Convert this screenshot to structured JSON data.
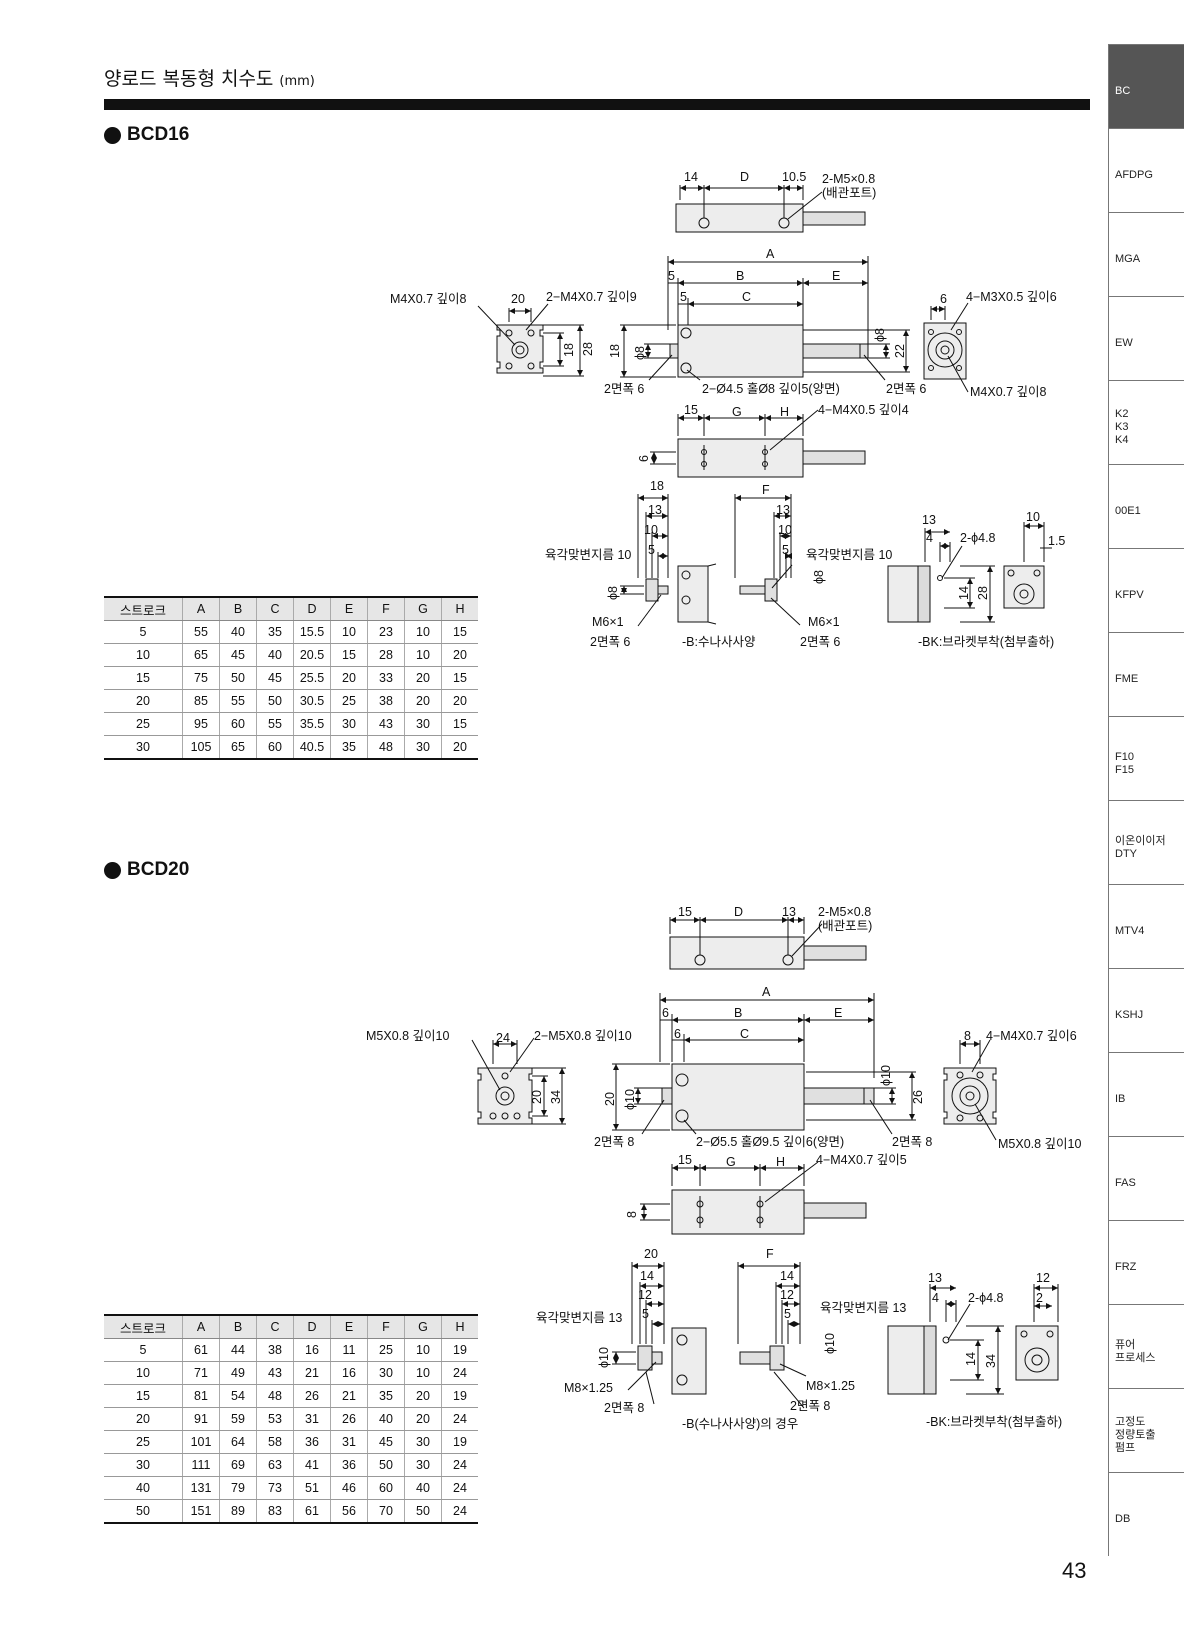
{
  "page": {
    "title": "양로드 복동형 치수도",
    "unit": "(mm)",
    "page_number": "43"
  },
  "sidebar": {
    "tabs": [
      {
        "label": "BC",
        "active": true
      },
      {
        "label": "AFDPG"
      },
      {
        "label": "MGA"
      },
      {
        "label": "EW"
      },
      {
        "label": "K2\nK3\nK4"
      },
      {
        "label": "00E1"
      },
      {
        "label": "KFPV"
      },
      {
        "label": "FME"
      },
      {
        "label": "F10\nF15"
      },
      {
        "label": "이온이이저\nDTY"
      },
      {
        "label": "MTV4"
      },
      {
        "label": "KSHJ"
      },
      {
        "label": "IB"
      },
      {
        "label": "FAS"
      },
      {
        "label": "FRZ"
      },
      {
        "label": "퓨어\n프로세스"
      },
      {
        "label": "고정도\n정량토출\n펌프"
      },
      {
        "label": "DB"
      }
    ]
  },
  "sections": [
    {
      "title": "BCD16",
      "table": {
        "headers": [
          "스트로크",
          "A",
          "B",
          "C",
          "D",
          "E",
          "F",
          "G",
          "H"
        ],
        "rows": [
          [
            "5",
            "55",
            "40",
            "35",
            "15.5",
            "10",
            "23",
            "10",
            "15"
          ],
          [
            "10",
            "65",
            "45",
            "40",
            "20.5",
            "15",
            "28",
            "10",
            "20"
          ],
          [
            "15",
            "75",
            "50",
            "45",
            "25.5",
            "20",
            "33",
            "20",
            "15"
          ],
          [
            "20",
            "85",
            "55",
            "50",
            "30.5",
            "25",
            "38",
            "20",
            "20"
          ],
          [
            "25",
            "95",
            "60",
            "55",
            "35.5",
            "30",
            "43",
            "30",
            "15"
          ],
          [
            "30",
            "105",
            "65",
            "60",
            "40.5",
            "35",
            "48",
            "30",
            "20"
          ]
        ]
      },
      "drawing": {
        "top_dims": [
          "14",
          "D",
          "10.5"
        ],
        "port": [
          "2-M5×0.8",
          "(배관포트)"
        ],
        "dim_A": "A",
        "dim_row_B": [
          "5",
          "B",
          "E"
        ],
        "dim_row_C": [
          "5",
          "C"
        ],
        "left_view": {
          "callout_left": "M4X0.7 깊이8",
          "dim_top": "20",
          "callout_right": "2−M4X0.7 깊이9",
          "dim_v1": "18",
          "dim_v2": "28"
        },
        "main_dims": {
          "left_v1": "18",
          "left_v2": "ϕ8",
          "right_v1": "ϕ8",
          "right_v2": "22"
        },
        "main_callouts": [
          "2면폭 6",
          "2−Ø4.5 홀Ø8 깊이5(양면)",
          "2면폭 6"
        ],
        "right_view": {
          "dim_top": "6",
          "callout_top": "4−M3X0.5 깊이6",
          "callout_bottom": "M4X0.7 깊이8"
        },
        "lower_dims": [
          "15",
          "G",
          "H"
        ],
        "lower_callout": "4−M4X0.5 깊이4",
        "lower_side": "6",
        "rod_dims": [
          "18",
          "13",
          "10",
          "5",
          "F",
          "13",
          "10",
          "5"
        ],
        "rod_callouts": [
          "육각맞변지름 10",
          "ϕ8",
          "M6×1",
          "2면폭 6",
          "육각맞변지름 10",
          "ϕ8",
          "M6×1",
          "2면폭 6"
        ],
        "b_note": "-B:수나사사양",
        "bk_dims": [
          "13",
          "4",
          "2-ϕ4.8",
          "14",
          "28",
          "10",
          "1.5"
        ],
        "bk_note": "-BK:브라켓부착(첨부출하)"
      }
    },
    {
      "title": "BCD20",
      "table": {
        "headers": [
          "스트로크",
          "A",
          "B",
          "C",
          "D",
          "E",
          "F",
          "G",
          "H"
        ],
        "rows": [
          [
            "5",
            "61",
            "44",
            "38",
            "16",
            "11",
            "25",
            "10",
            "19"
          ],
          [
            "10",
            "71",
            "49",
            "43",
            "21",
            "16",
            "30",
            "10",
            "24"
          ],
          [
            "15",
            "81",
            "54",
            "48",
            "26",
            "21",
            "35",
            "20",
            "19"
          ],
          [
            "20",
            "91",
            "59",
            "53",
            "31",
            "26",
            "40",
            "20",
            "24"
          ],
          [
            "25",
            "101",
            "64",
            "58",
            "36",
            "31",
            "45",
            "30",
            "19"
          ],
          [
            "30",
            "111",
            "69",
            "63",
            "41",
            "36",
            "50",
            "30",
            "24"
          ],
          [
            "40",
            "131",
            "79",
            "73",
            "51",
            "46",
            "60",
            "40",
            "24"
          ],
          [
            "50",
            "151",
            "89",
            "83",
            "61",
            "56",
            "70",
            "50",
            "24"
          ]
        ]
      },
      "drawing": {
        "top_dims": [
          "15",
          "D",
          "13"
        ],
        "port": [
          "2-M5×0.8",
          "(배관포트)"
        ],
        "dim_A": "A",
        "dim_row_B": [
          "6",
          "B",
          "E"
        ],
        "dim_row_C": [
          "6",
          "C"
        ],
        "left_view": {
          "callout_left": "M5X0.8 깊이10",
          "dim_top": "24",
          "callout_right": "2−M5X0.8 깊이10",
          "dim_v1": "20",
          "dim_v2": "34"
        },
        "main_dims": {
          "left_v1": "20",
          "left_v2": "ϕ10",
          "right_v1": "ϕ10",
          "right_v2": "26"
        },
        "main_callouts": [
          "2면폭 8",
          "2−Ø5.5 홀Ø9.5 깊이6(양면)",
          "2면폭 8"
        ],
        "right_view": {
          "dim_top": "8",
          "callout_top": "4−M4X0.7 깊이6",
          "callout_bottom": "M5X0.8 깊이10"
        },
        "lower_dims": [
          "15",
          "G",
          "H"
        ],
        "lower_callout": "4−M4X0.7 깊이5",
        "lower_side": "8",
        "rod_dims": [
          "20",
          "14",
          "12",
          "5",
          "F",
          "14",
          "12",
          "5"
        ],
        "rod_callouts": [
          "육각맞변지름 13",
          "ϕ10",
          "M8×1.25",
          "2면폭 8",
          "육각맞변지름 13",
          "ϕ10",
          "M8×1.25",
          "2면폭 8"
        ],
        "b_note": "-B(수나사사양)의 경우",
        "bk_dims": [
          "13",
          "4",
          "2-ϕ4.8",
          "14",
          "34",
          "12",
          "2"
        ],
        "bk_note": "-BK:브라켓부착(첨부출하)"
      }
    }
  ]
}
